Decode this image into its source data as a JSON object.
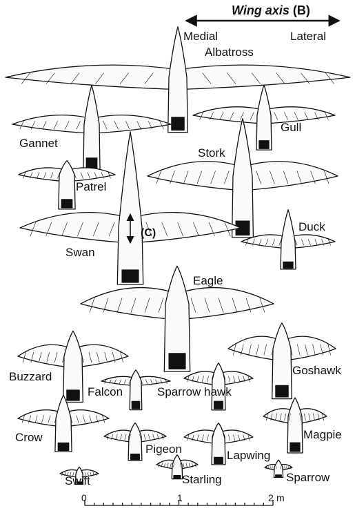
{
  "header": {
    "wing_axis": "Wing axis",
    "panel": "(B)",
    "medial": "Medial",
    "lateral": "Lateral"
  },
  "inset_marker": "(C)",
  "birds": [
    {
      "id": "albatross",
      "name": "Albatross"
    },
    {
      "id": "gannet",
      "name": "Gannet"
    },
    {
      "id": "gull",
      "name": "Gull"
    },
    {
      "id": "stork",
      "name": "Stork"
    },
    {
      "id": "patrel",
      "name": "Patrel"
    },
    {
      "id": "swan",
      "name": "Swan"
    },
    {
      "id": "duck",
      "name": "Duck"
    },
    {
      "id": "eagle",
      "name": "Eagle"
    },
    {
      "id": "buzzard",
      "name": "Buzzard"
    },
    {
      "id": "goshawk",
      "name": "Goshawk"
    },
    {
      "id": "falcon",
      "name": "Falcon"
    },
    {
      "id": "sparrowhawk",
      "name": "Sparrow hawk"
    },
    {
      "id": "crow",
      "name": "Crow"
    },
    {
      "id": "magpie",
      "name": "Magpie"
    },
    {
      "id": "pigeon",
      "name": "Pigeon"
    },
    {
      "id": "lapwing",
      "name": "Lapwing"
    },
    {
      "id": "swift",
      "name": "Swift"
    },
    {
      "id": "starling",
      "name": "Starling"
    },
    {
      "id": "sparrow",
      "name": "Sparrow"
    }
  ],
  "scale": {
    "ticks": [
      "0",
      "1",
      "2"
    ],
    "unit": "m"
  }
}
